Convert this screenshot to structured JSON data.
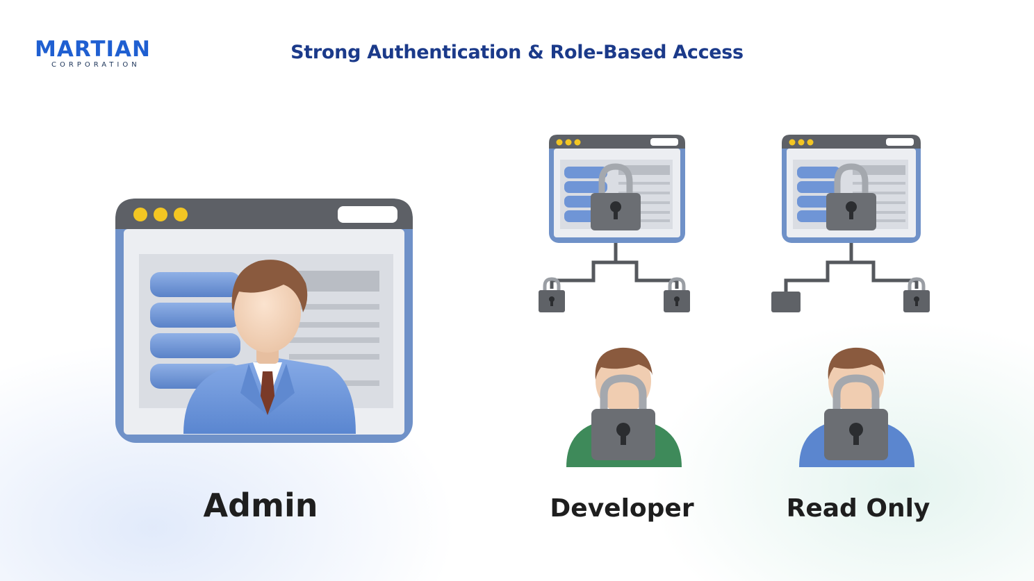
{
  "logo": {
    "main": "MARTIAN",
    "sub": "CORPORATION"
  },
  "title": "Strong Authentication & Role-Based Access",
  "roles": [
    {
      "label": "Admin"
    },
    {
      "label": "Developer"
    },
    {
      "label": "Read Only"
    }
  ],
  "colors": {
    "brand_blue": "#1f5fd1",
    "title_navy": "#1b3a8a",
    "window_frame": "#6f91c8",
    "window_bar": "#5d6066",
    "dot_yellow": "#f3c623",
    "database_blue": "#6f95d6",
    "lock_gray": "#6b6e73",
    "developer_shirt": "#3e8a5a",
    "readonly_shirt": "#5b86cf",
    "admin_suit": "#6f98dd",
    "tie": "#7a3a28",
    "hair": "#8a5a3e"
  },
  "icons": [
    "database-icon",
    "person-icon",
    "padlock-icon",
    "network-tree-icon"
  ]
}
